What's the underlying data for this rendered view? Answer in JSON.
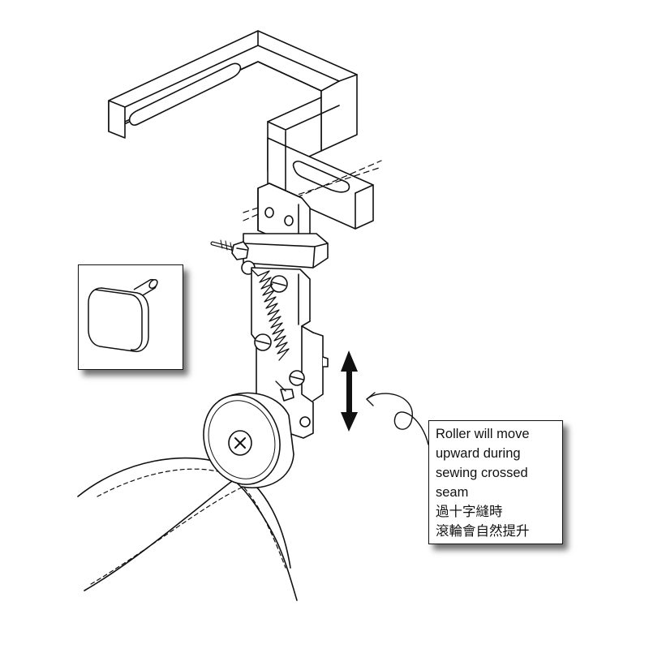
{
  "callout": {
    "lines": [
      "Roller will move",
      "upward during",
      "sewing crossed",
      "seam",
      "過十字縫時",
      "滾輪會自然提升"
    ]
  },
  "colors": {
    "line": "#111111",
    "background": "#ffffff",
    "shadow": "#555555"
  }
}
